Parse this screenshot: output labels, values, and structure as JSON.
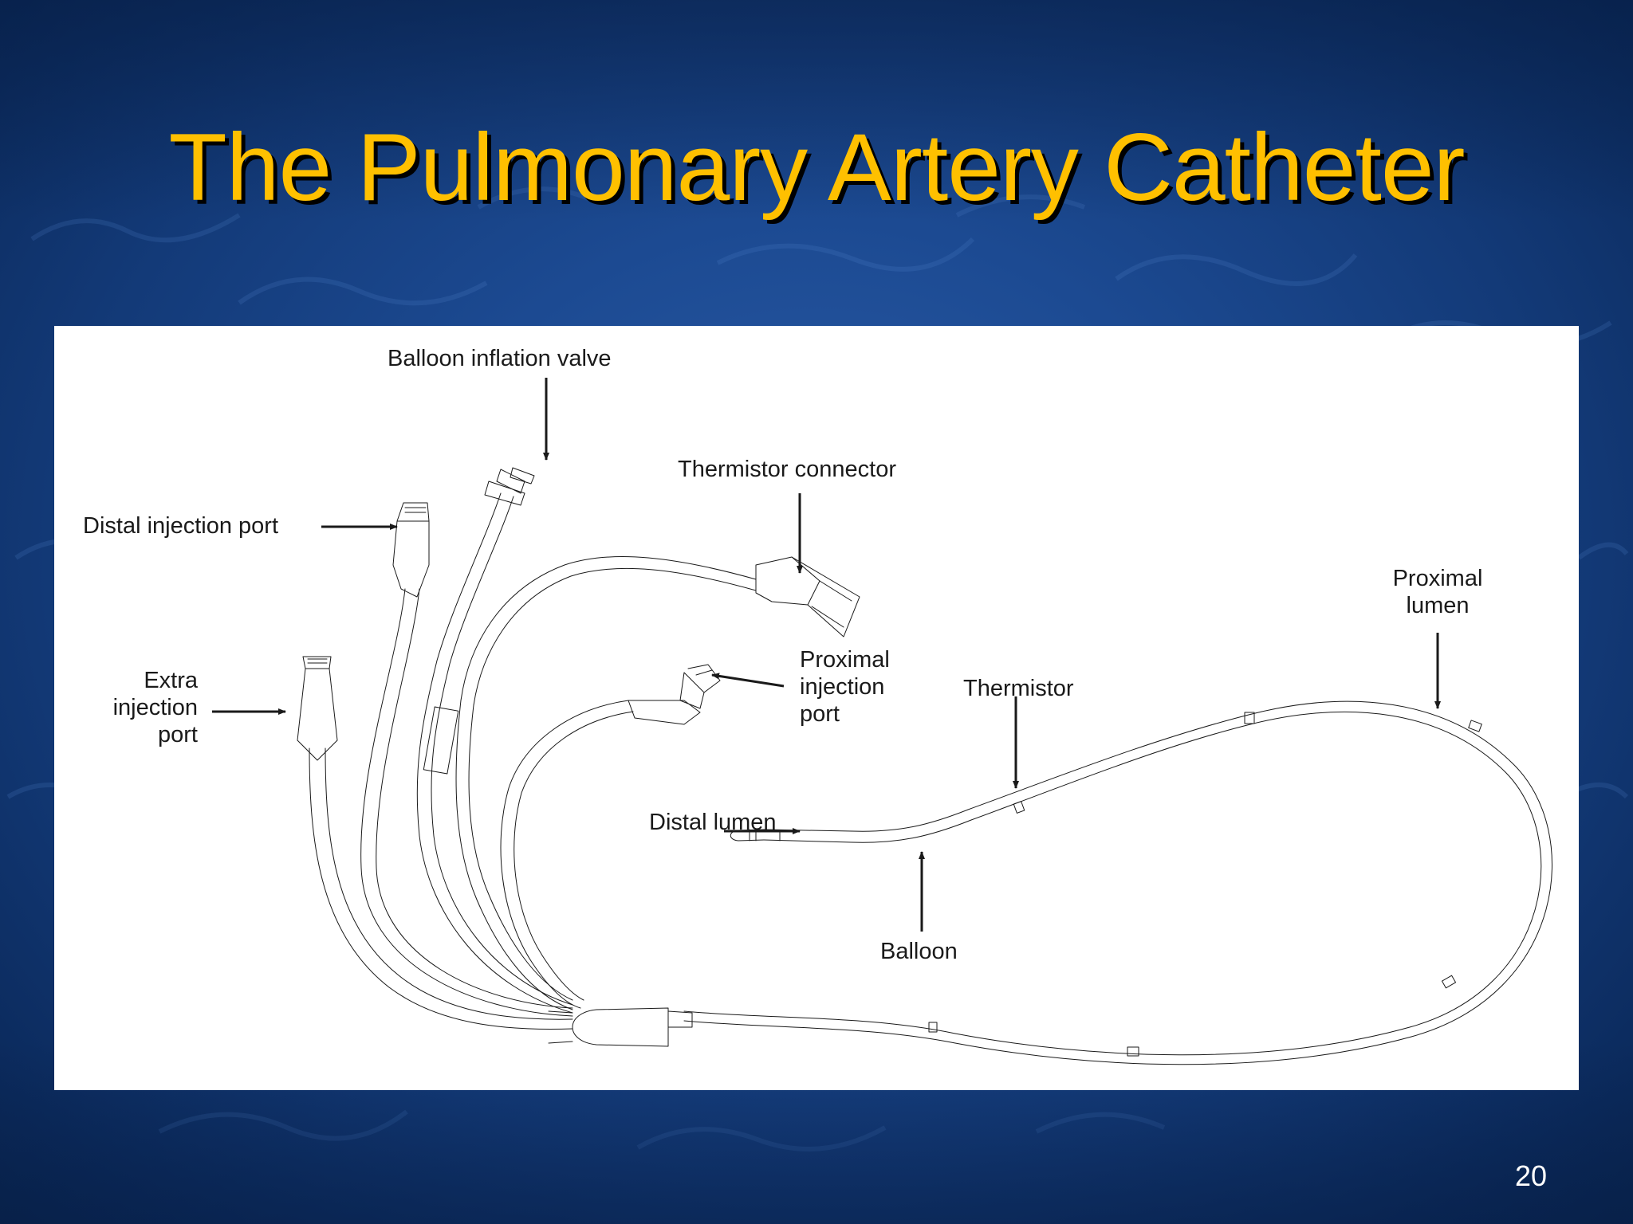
{
  "slide": {
    "title": "The Pulmonary Artery Catheter",
    "page_number": "20",
    "colors": {
      "background": "#1c4a92",
      "title": "#ffc000",
      "title_shadow": "#000000",
      "panel": "#ffffff",
      "line_art": "#1a1a1a",
      "page_number": "#ffffff"
    }
  },
  "diagram": {
    "labels": {
      "balloon_inflation_valve": "Balloon inflation valve",
      "distal_injection_port": "Distal injection port",
      "thermistor_connector": "Thermistor connector",
      "extra_injection_port": [
        "Extra",
        "injection",
        "port"
      ],
      "proximal_injection_port": [
        "Proximal",
        "injection",
        "port"
      ],
      "thermistor": "Thermistor",
      "proximal_lumen": [
        "Proximal",
        "lumen"
      ],
      "distal_lumen": "Distal lumen",
      "balloon": "Balloon"
    }
  }
}
